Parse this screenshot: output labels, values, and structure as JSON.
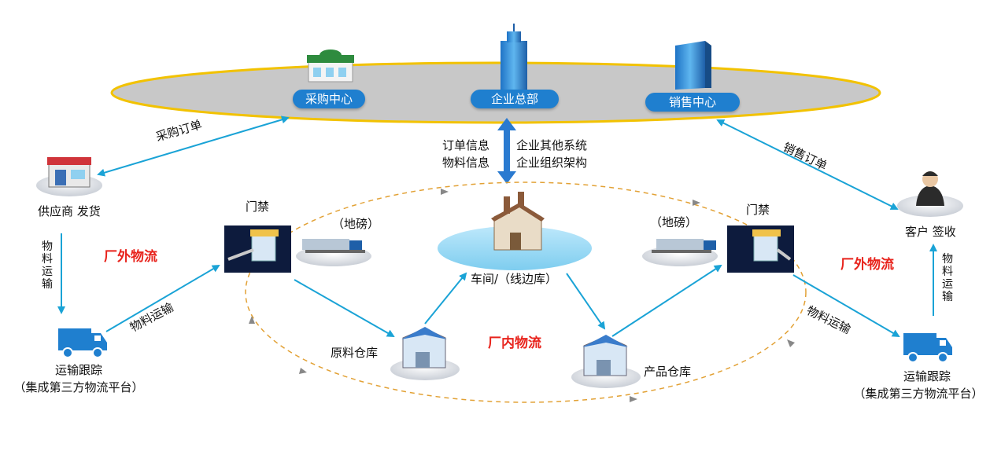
{
  "hq": {
    "purchase": "采购中心",
    "enterprise": "企业总部",
    "sales": "销售中心"
  },
  "sync": {
    "left_line1": "订单信息",
    "left_line2": "物料信息",
    "right_line1": "企业其他系统",
    "right_line2": "企业组织架构"
  },
  "supplier": {
    "label": "供应商 发货"
  },
  "customer": {
    "label": "客户 签收"
  },
  "flows": {
    "purchase_order": "采购订单",
    "sales_order": "销售订单",
    "material_transport_left_vertical": "物料运输",
    "material_transport_left_diag": "物料运输",
    "material_transport_right_diag": "物料运输",
    "material_transport_right_vertical": "物料运输"
  },
  "outside_logistics_left": "厂外物流",
  "outside_logistics_right": "厂外物流",
  "inside_logistics": "厂内物流",
  "gate_left": "门禁",
  "gate_right": "门禁",
  "scale_left": "（地磅）",
  "scale_right": "（地磅）",
  "workshop": "车间/（线边库）",
  "raw_warehouse": "原料仓库",
  "product_warehouse": "产品仓库",
  "transport_tracking_left": {
    "line1": "运输跟踪",
    "line2": "（集成第三方物流平台）"
  },
  "transport_tracking_right": {
    "line1": "运输跟踪",
    "line2": "（集成第三方物流平台）"
  },
  "colors": {
    "accent_blue": "#1f7fcf",
    "arrow_cyan": "#1aa3d6",
    "ellipse_gray": "#c8c8c8",
    "ellipse_border": "#f2c200",
    "dashed_orange": "#e2a135",
    "label_red": "#e8231c",
    "pond": "#9fd9f2"
  },
  "icons": {
    "building_purchase": "store-building-icon",
    "building_hq": "skyscraper-icon",
    "building_sales": "office-tower-icon",
    "supplier": "shop-icon",
    "customer": "person-icon",
    "truck": "truck-icon",
    "gate": "gate-icon",
    "scale": "weighbridge-truck-icon",
    "factory": "factory-icon",
    "warehouse": "warehouse-icon"
  }
}
